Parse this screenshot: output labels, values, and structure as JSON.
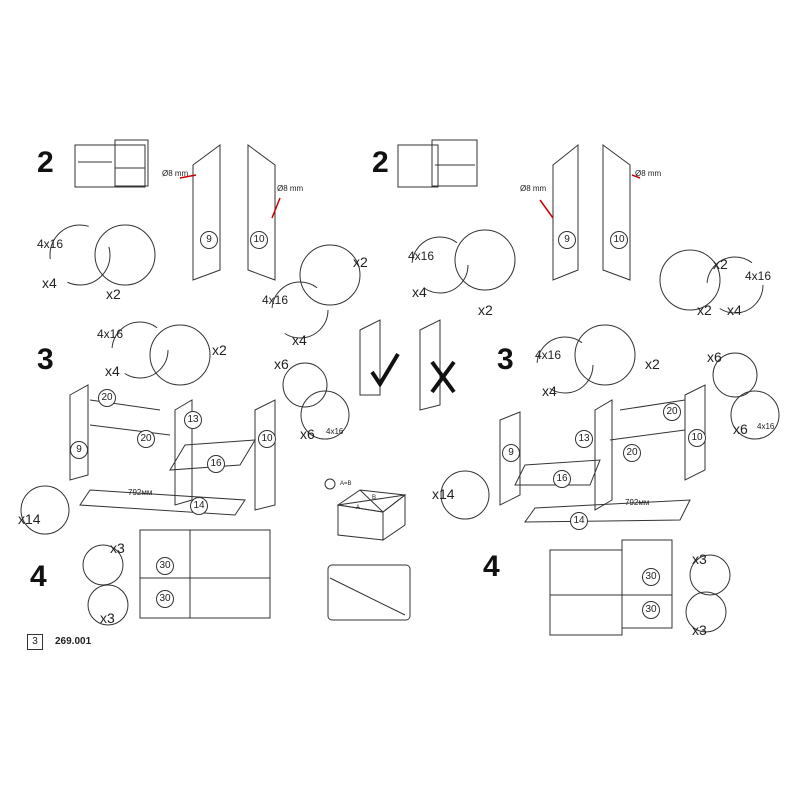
{
  "steps": {
    "left": [
      "2",
      "3",
      "4"
    ],
    "right": [
      "2",
      "3",
      "4"
    ]
  },
  "drill": "Ø8 mm",
  "screw": "4x16",
  "qty": {
    "x2": "x2",
    "x3": "x3",
    "x4": "x4",
    "x6": "x6",
    "x14": "x14"
  },
  "parts": {
    "p9": "9",
    "p10": "10",
    "p13": "13",
    "p14": "14",
    "p16": "16",
    "p20": "20",
    "p30": "30"
  },
  "dimension": "792мм",
  "diagonal": {
    "eq": "A=B",
    "a": "A",
    "b": "B"
  },
  "footer": {
    "page": "3",
    "code": "269.001"
  },
  "colors": {
    "line": "#333333",
    "drill_mark": "#cc0000"
  }
}
